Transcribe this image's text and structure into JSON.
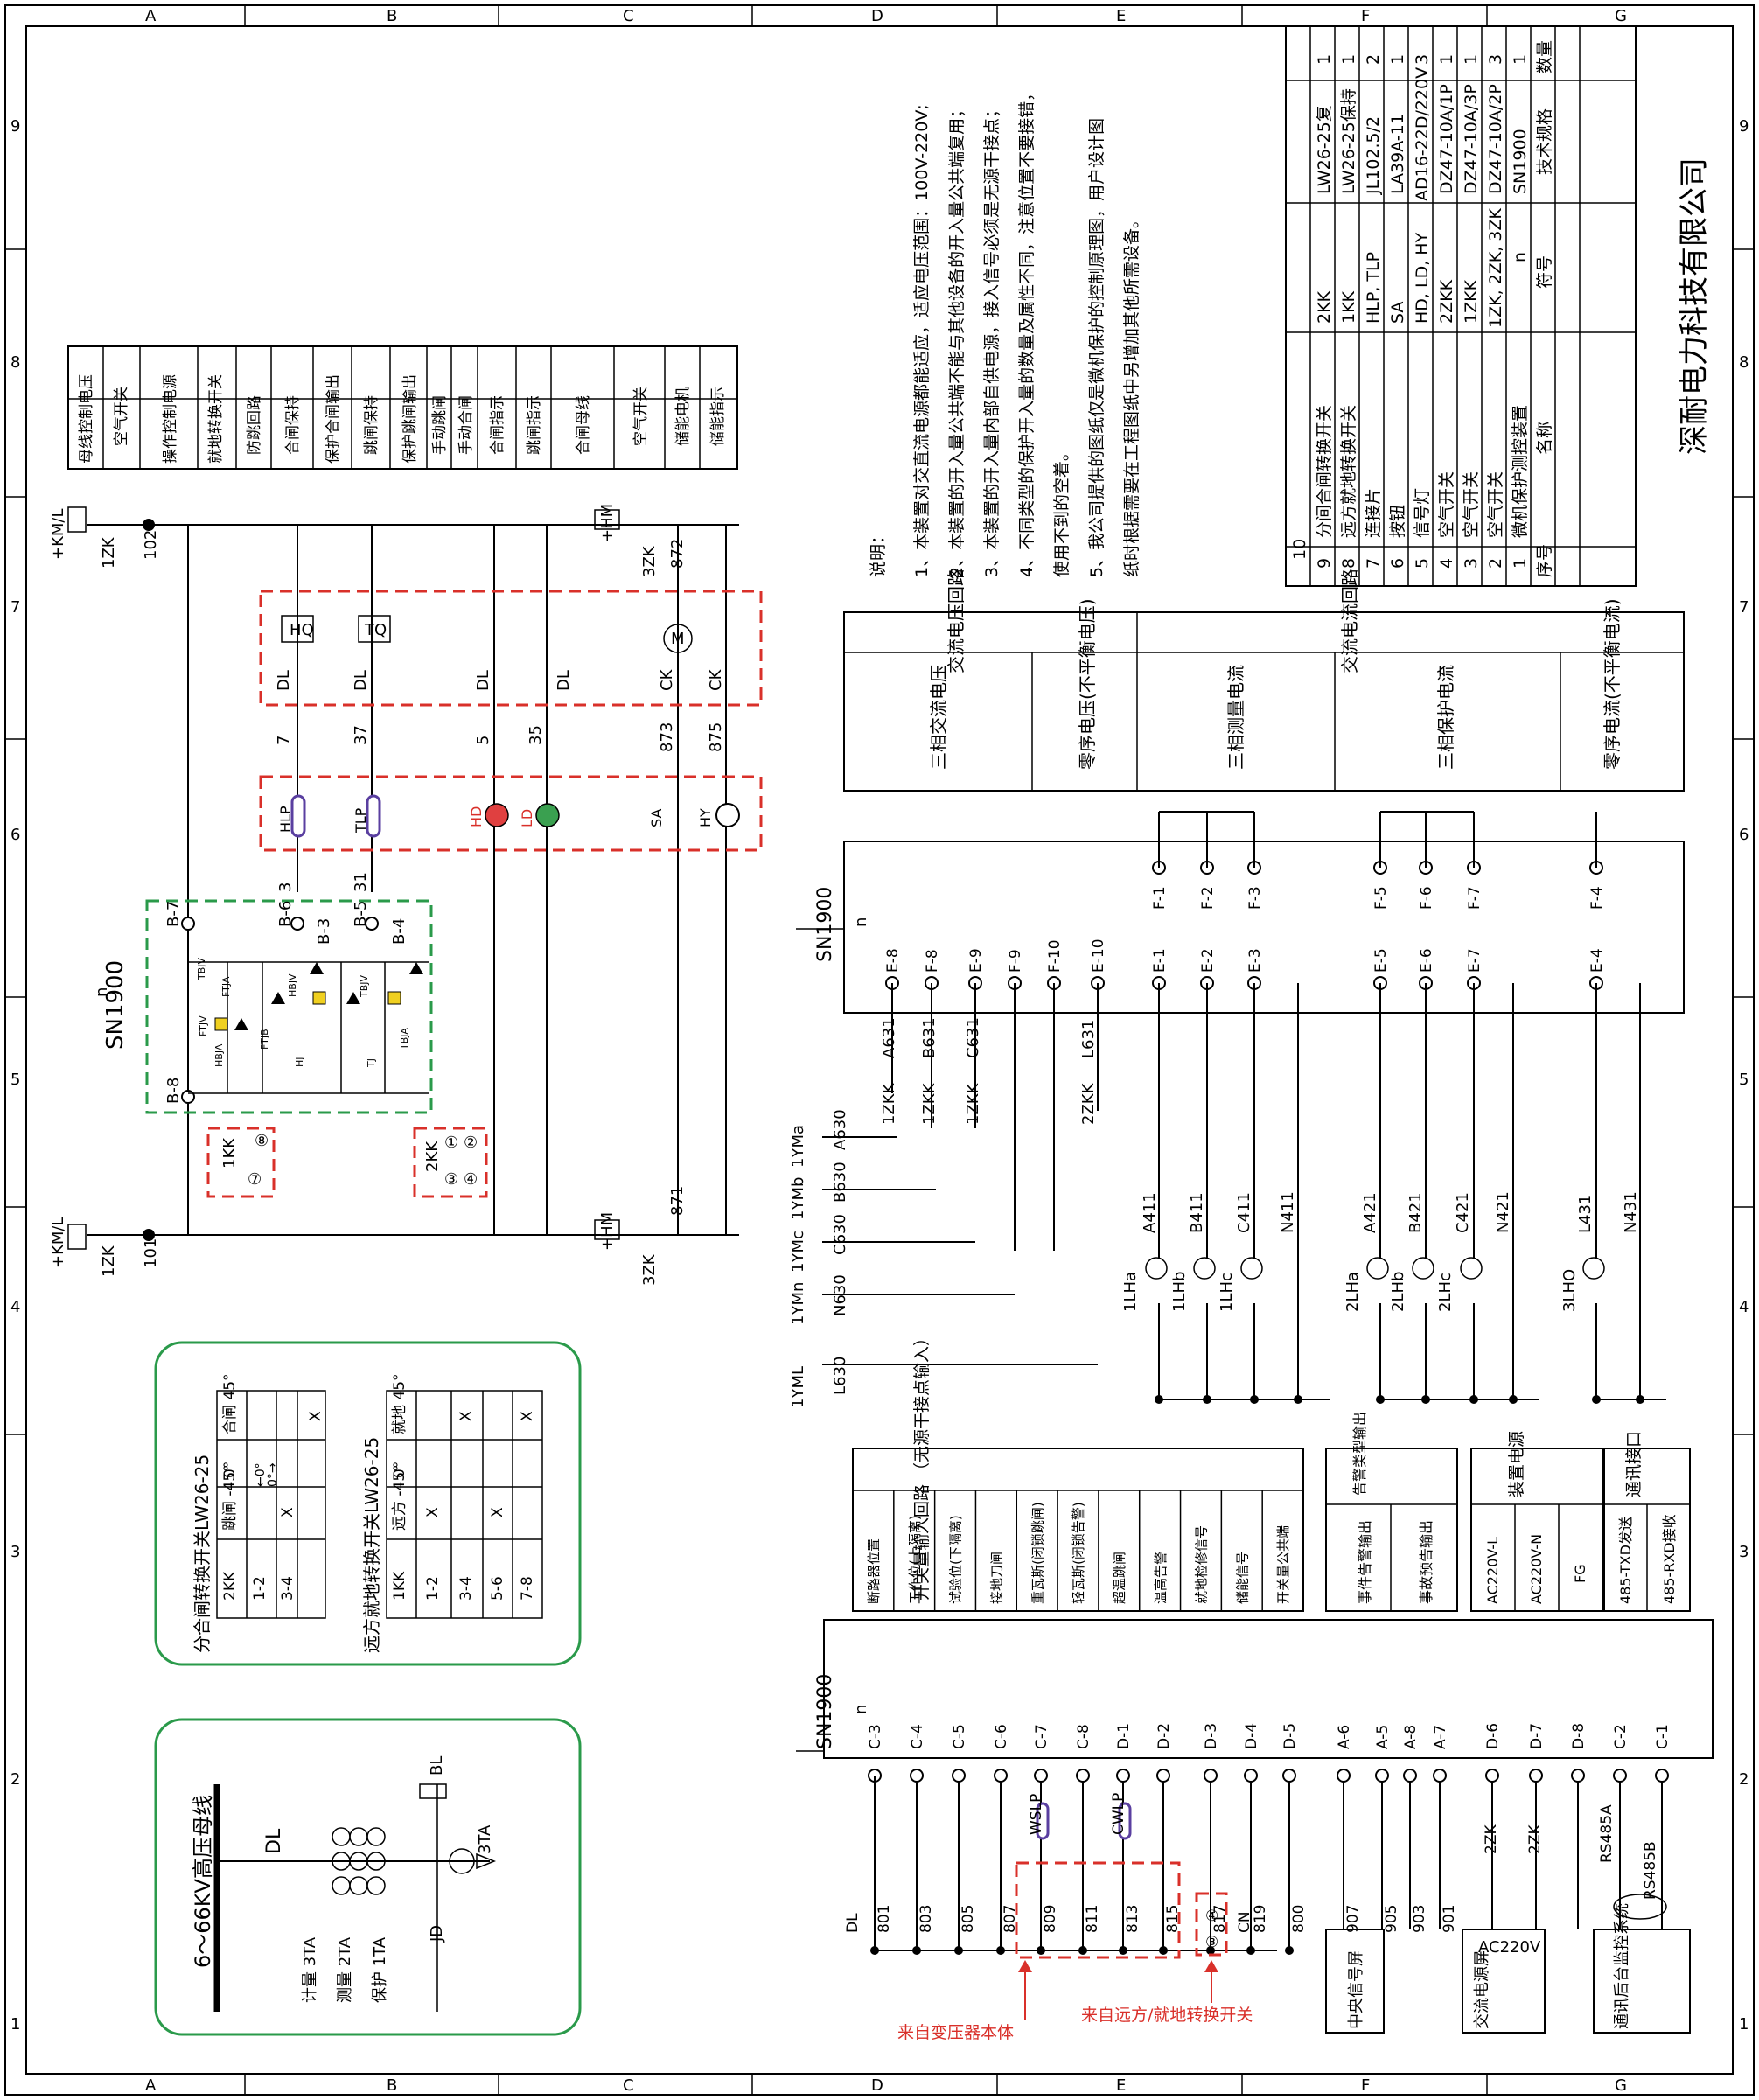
{
  "frame": {
    "col_letters": [
      "A",
      "B",
      "C",
      "D",
      "E",
      "F",
      "G"
    ],
    "row_numbers": [
      "1",
      "2",
      "3",
      "4",
      "5",
      "6",
      "7",
      "8",
      "9"
    ]
  },
  "title_block": {
    "company": "深耐电力科技有限公司",
    "headers": {
      "seq": "序号",
      "name": "名称",
      "symbol": "符号",
      "spec": "技术规格",
      "qty": "数量"
    },
    "rows": [
      {
        "seq": "10",
        "name": "",
        "symbol": "",
        "spec": "",
        "qty": ""
      },
      {
        "seq": "9",
        "name": "分间合闸转换开关",
        "symbol": "2KK",
        "spec": "LW26-25复",
        "qty": "1"
      },
      {
        "seq": "8",
        "name": "远方就地转换开关",
        "symbol": "1KK",
        "spec": "LW26-25保持",
        "qty": "1"
      },
      {
        "seq": "7",
        "name": "连接片",
        "symbol": "HLP, TLP",
        "spec": "JL102.5/2",
        "qty": "2"
      },
      {
        "seq": "6",
        "name": "按钮",
        "symbol": "SA",
        "spec": "LA39A-11",
        "qty": "1"
      },
      {
        "seq": "5",
        "name": "信号灯",
        "symbol": "HD, LD, HY",
        "spec": "AD16-22D/220V",
        "qty": "3"
      },
      {
        "seq": "4",
        "name": "空气开关",
        "symbol": "2ZKK",
        "spec": "DZ47-10A/1P",
        "qty": "1"
      },
      {
        "seq": "3",
        "name": "空气开关",
        "symbol": "1ZKK",
        "spec": "DZ47-10A/3P",
        "qty": "1"
      },
      {
        "seq": "2",
        "name": "空气开关",
        "symbol": "1ZK, 2ZK, 3ZK",
        "spec": "DZ47-10A/2P",
        "qty": "3"
      },
      {
        "seq": "1",
        "name": "微机保护测控装置",
        "symbol": "n",
        "spec": "SN1900",
        "qty": "1"
      }
    ]
  },
  "notes": {
    "heading": "说明：",
    "lines": [
      "1、本装置对交直流电源都能适应，适应电压范围：100V-220V;",
      "2、本装置的开入量公共端不能与其他设备的开入量公共端复用；",
      "3、本装置的开入量内部自供电源，接入信号必须是无源干接点；",
      "4、不同类型的保护开入量的数量及属性不同，注意位置不要接错，",
      "    使用不到的空着。",
      "5、我公司提供的图纸仅是微机保护的控制原理图，用户设计图",
      "    纸时根据需要在工程图纸中另增加其他所需设备。"
    ]
  },
  "legend_control": [
    "母线控制电压",
    "空气开关",
    "操作控制电源",
    "就地转换开关",
    "防跳回路",
    "合闸保持",
    "保护合闸输出",
    "跳闸保持",
    "保护跳闸输出",
    "手动跳闸",
    "手动合闸",
    "合闸指示",
    "跳闸指示",
    "合闸母线",
    "空气开关",
    "储能电机",
    "储能指示"
  ],
  "legend_ac": {
    "voltage_group": "交流电压回路",
    "current_group": "交流电流回路",
    "items": [
      "三相交流电压",
      "零序电压(不平衡电压)",
      "三相测量电流",
      "三相保护电流",
      "零序电流(不平衡电流)"
    ]
  },
  "legend_inputs": {
    "group": "开关量输入回路  （无源干接点输入）",
    "items": [
      "断路器位置",
      "工作位(上隔离)",
      "试验位(下隔离)",
      "接地刀闸",
      "重瓦斯(闭锁跳闸)",
      "轻瓦斯(闭锁告警)",
      "超温跳闸",
      "温高告警",
      "就地检修信号",
      "储能信号",
      "开关量公共端"
    ],
    "alarm_group": "告警类型输出",
    "alarm_items": [
      "事件告警输出",
      "事故预告输出"
    ],
    "power_group": "装置电源",
    "power_items": [
      "AC220V-L",
      "AC220V-N",
      "FG"
    ],
    "comm_group": "通讯接口",
    "comm_items": [
      "485-TXD发送",
      "485-RXD接收"
    ]
  },
  "device": {
    "name": "SN1900",
    "symbol": "n"
  },
  "control": {
    "top_power": "+KM/L",
    "bottom_power": "+KM/L",
    "top_breaker": "1ZK",
    "bottom_breaker": "1ZK",
    "top_node": "102",
    "bottom_node": "101",
    "hm_top": "+HM",
    "hm_bottom": "+HM",
    "zk3_top": "3ZK",
    "zk3_bottom": "3ZK",
    "node_872": "872",
    "node_871": "871",
    "node_873": "873",
    "node_875": "875",
    "coil_close": "HQ",
    "coil_trip": "TQ",
    "contact_dl": "DL",
    "contact_ck": "CK",
    "motor": "M",
    "nodes": [
      "7",
      "37",
      "5",
      "35"
    ],
    "plates": [
      "HLP",
      "TLP"
    ],
    "lamps": [
      "HD",
      "LD",
      "HY"
    ],
    "button": "SA",
    "terminals_left": [
      "B-7",
      "B-8"
    ],
    "terminals_mid": [
      "B-6",
      "B-3",
      "B-5",
      "B-4"
    ],
    "node_3": "3",
    "node_31": "31",
    "relay_labels": [
      "TBJV",
      "FTJA",
      "HBJV",
      "FTJB",
      "TBJV",
      "TBJA",
      "HBJA",
      "HJ",
      "TJ",
      "FTJV"
    ],
    "kk1": "1KK",
    "kk1_contacts": [
      "⑦",
      "⑧"
    ],
    "kk2": "2KK",
    "kk2_contacts": [
      "①",
      "②",
      "③",
      "④"
    ]
  },
  "ac": {
    "buses": [
      "1YMa",
      "1YMb",
      "1YMc",
      "1YMn",
      "1YML"
    ],
    "bus_wires": [
      "A630",
      "B630",
      "C630",
      "N630",
      "L630"
    ],
    "breaker_3p": "1ZKK",
    "breaker_1p": "2ZKK",
    "out_wires": [
      "A631",
      "B631",
      "C631",
      "L631"
    ],
    "dev_terms_v": [
      "E-8",
      "F-8",
      "E-9",
      "F-9",
      "F-10",
      "E-10"
    ],
    "ct_measure": [
      "1LHa",
      "1LHb",
      "1LHc"
    ],
    "ct_protect": [
      "2LHa",
      "2LHb",
      "2LHc"
    ],
    "ct_zero": [
      "3LHO"
    ],
    "ct_wires": [
      "A411",
      "B411",
      "C411",
      "N411",
      "A421",
      "B421",
      "C421",
      "N421",
      "L431",
      "N431"
    ],
    "dev_terms_i": [
      "E-1",
      "E-2",
      "E-3",
      "E-5",
      "E-6",
      "E-7",
      "E-4"
    ],
    "dev_terms_i_out": [
      "F-1",
      "F-2",
      "F-3",
      "F-5",
      "F-6",
      "F-7",
      "F-4"
    ]
  },
  "inputs": {
    "terms": [
      "C-3",
      "C-4",
      "C-5",
      "C-6",
      "C-7",
      "C-8",
      "D-1",
      "D-2",
      "D-3",
      "D-4",
      "D-5",
      "A-6",
      "A-5",
      "A-8",
      "A-7",
      "D-6",
      "D-7",
      "D-8",
      "C-2",
      "C-1"
    ],
    "wires": [
      "801",
      "803",
      "805",
      "807",
      "809",
      "811",
      "813",
      "815",
      "817",
      "819",
      "800",
      "907",
      "905",
      "903",
      "901"
    ],
    "contacts": [
      "DL",
      "CN"
    ],
    "plates": [
      "WSLP",
      "CWLP"
    ],
    "from_transformer": "来自变压器本体",
    "from_switch": "来自远方/就地转换开关",
    "rs485": [
      "RS485A",
      "RS485B"
    ],
    "zk2": "2ZK",
    "kk_contacts": [
      "③",
      "④"
    ],
    "boxes": [
      "中央信号屏",
      "交流电源屏",
      "通讯后台监控系统"
    ],
    "ac_box_label": "AC220V"
  },
  "primary": {
    "title": "6～66KV高压母线",
    "dl": "DL",
    "jd": "JD",
    "bl": "BL",
    "ta3": "3TA",
    "ct_labels": [
      "计量 3TA",
      "测量 2TA",
      "保护 1TA"
    ]
  },
  "switch_tables": {
    "t1_title": "分合闸转换开关LW26-25",
    "t1_head": [
      "2KK",
      "跳闸 -45°",
      "0°",
      "合闸 45°"
    ],
    "t1_rows": [
      [
        "1-2",
        "",
        "",
        "X"
      ],
      [
        "3-4",
        "X",
        "",
        ""
      ]
    ],
    "t1_arrows": [
      "←0°",
      "0°→"
    ],
    "t2_title": "远方就地转换开关LW26-25",
    "t2_head": [
      "1KK",
      "远方 -45°",
      "0°",
      "就地 45°"
    ],
    "t2_rows": [
      [
        "1-2",
        "X",
        "",
        ""
      ],
      [
        "3-4",
        "",
        "",
        "X"
      ],
      [
        "5-6",
        "X",
        "",
        ""
      ],
      [
        "7-8",
        "",
        "",
        "X"
      ]
    ]
  },
  "colors": {
    "red": "#d9302a",
    "green": "#2a9a4a",
    "purple": "#5a3fa0",
    "yellow": "#f0d020"
  }
}
